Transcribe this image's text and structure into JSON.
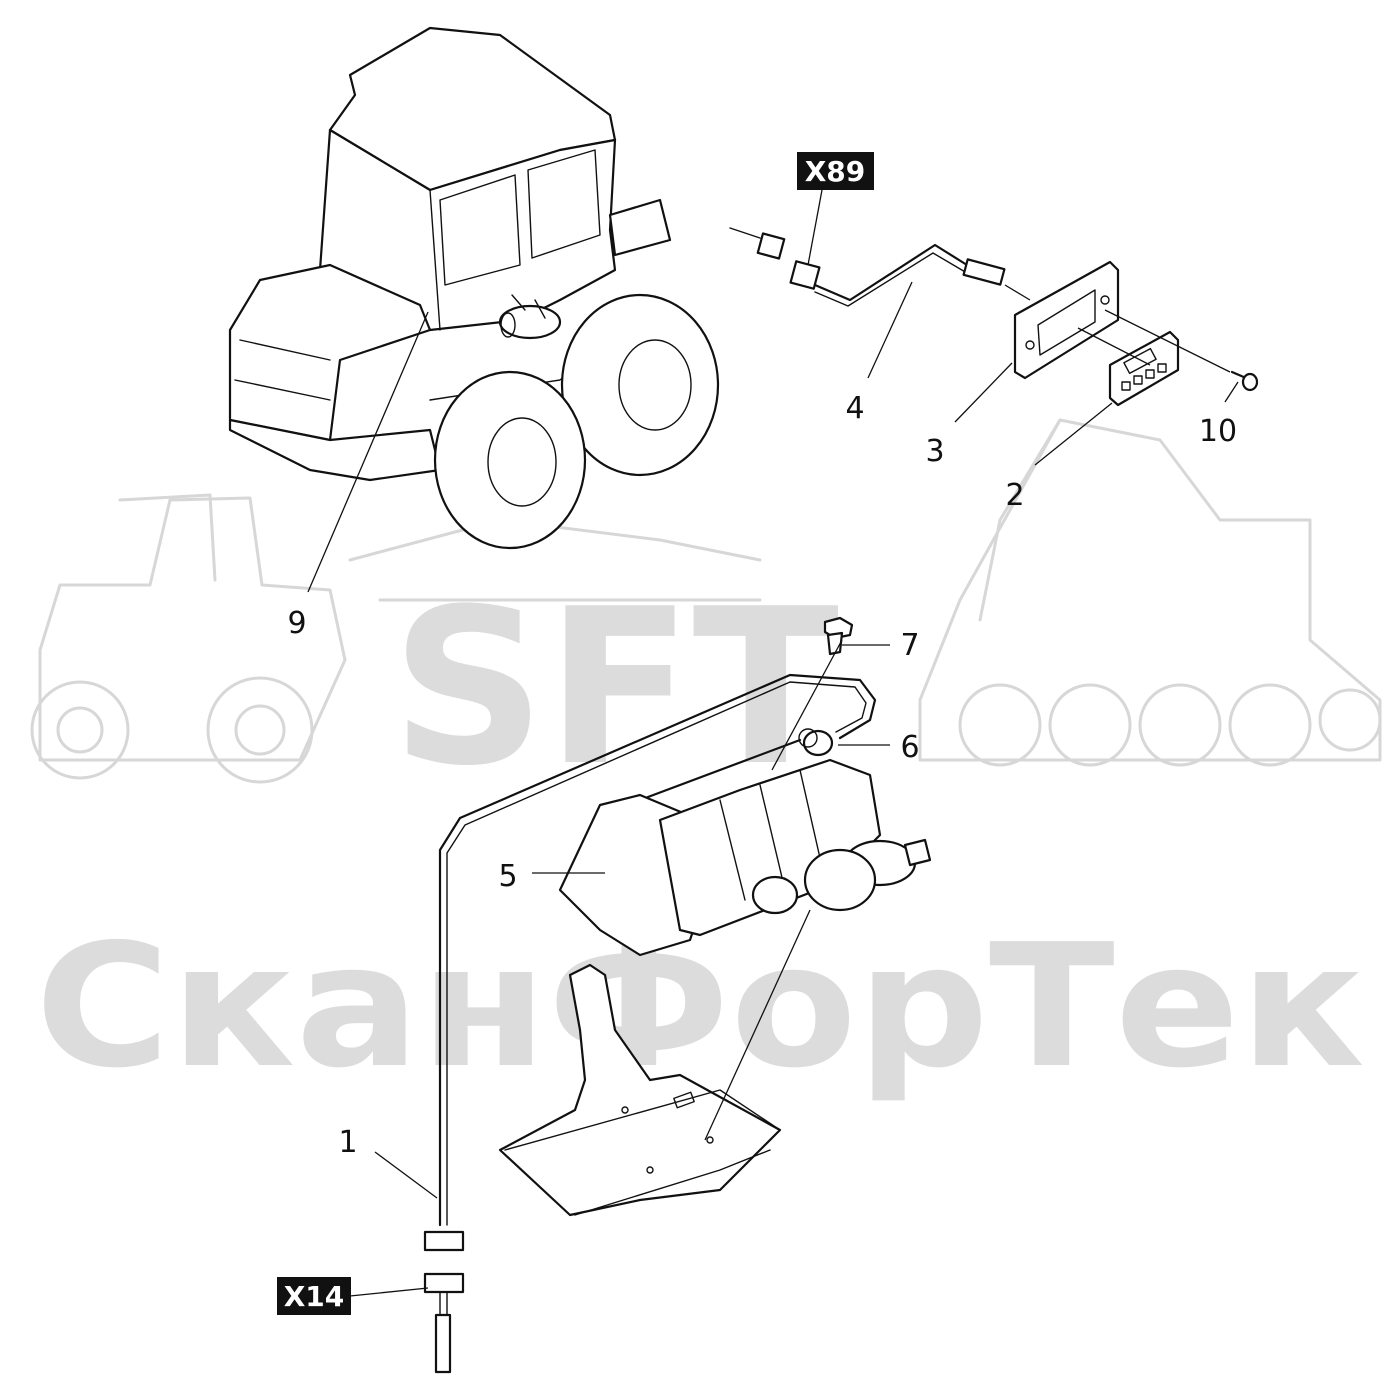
{
  "watermark": {
    "logo": "SFT",
    "company": "СканФорТек"
  },
  "connector_tags": {
    "x89": "X89",
    "x14": "X14"
  },
  "callouts": {
    "c1": "1",
    "c2": "2",
    "c3": "3",
    "c4": "4",
    "c5": "5",
    "c6": "6",
    "c7": "7",
    "c9": "9",
    "c10": "10"
  }
}
